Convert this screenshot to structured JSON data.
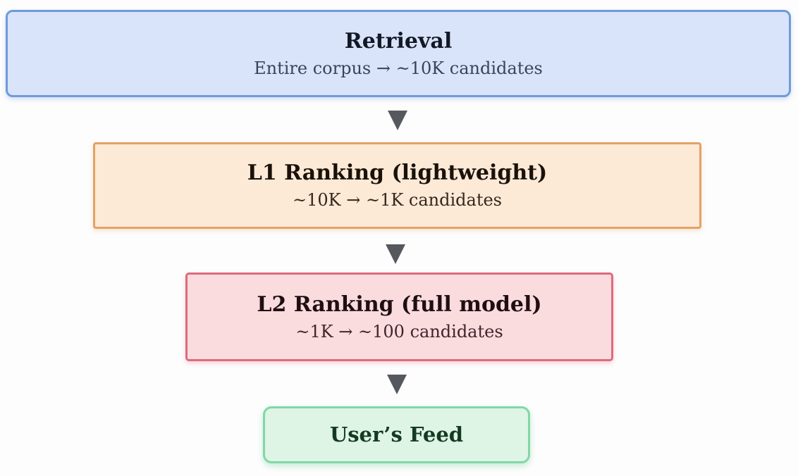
{
  "diagram": {
    "type": "flowchart",
    "direction": "top-down",
    "background": "#fdfdfd",
    "arrow": {
      "icon": "triangle-down",
      "color": "#55595e"
    },
    "stages": [
      {
        "id": "retrieval",
        "title": "Retrieval",
        "subtitle": "Entire corpus → ~10K candidates",
        "fill": "#d9e4fa",
        "border": "#6f9bd9",
        "title_color": "#131826",
        "subtitle_color": "#3a4358"
      },
      {
        "id": "l1-ranking",
        "title": "L1 Ranking (lightweight)",
        "subtitle": "~10K → ~1K candidates",
        "fill": "#fce9d6",
        "border": "#e2a266",
        "title_color": "#1a120a",
        "subtitle_color": "#33281c"
      },
      {
        "id": "l2-ranking",
        "title": "L2 Ranking (full model)",
        "subtitle": "~1K → ~100 candidates",
        "fill": "#fadbde",
        "border": "#dd6b7c",
        "title_color": "#1f0f13",
        "subtitle_color": "#40252b"
      },
      {
        "id": "users-feed",
        "title": "User’s Feed",
        "fill": "#def4e5",
        "border": "#82d7a6",
        "title_color": "#153a22"
      }
    ]
  }
}
